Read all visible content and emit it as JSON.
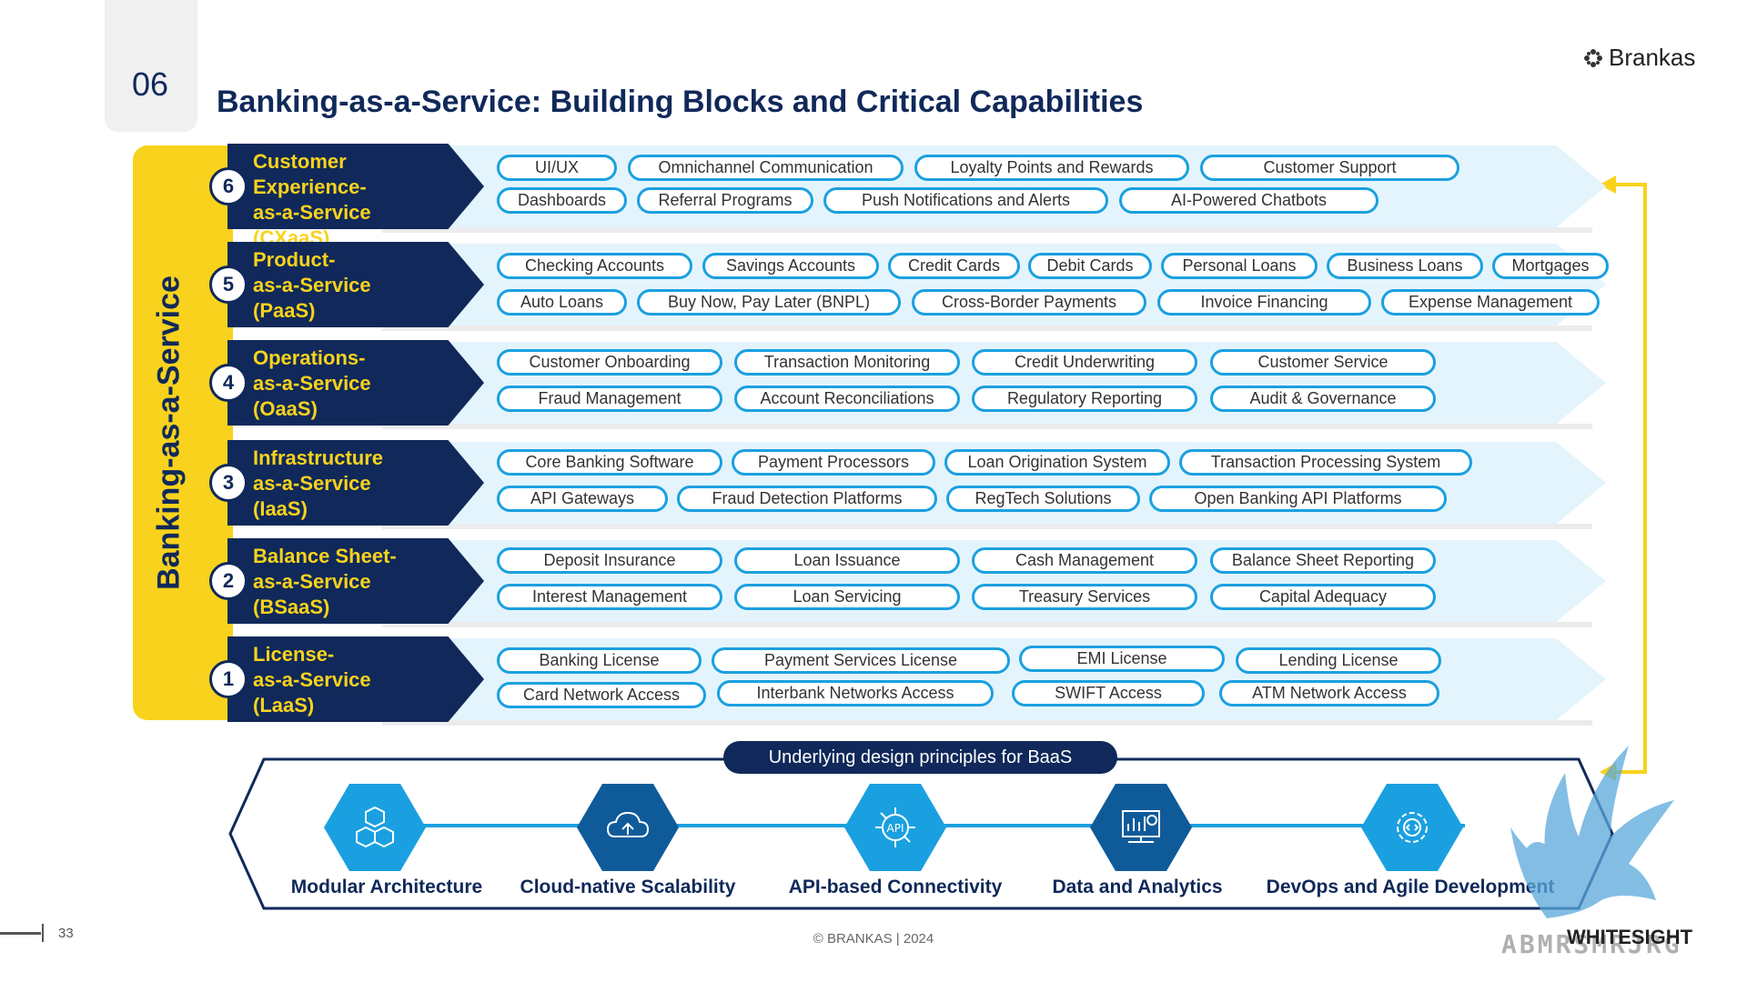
{
  "slide": {
    "section_number": "06",
    "title": "Banking-as-a-Service: Building Blocks and Critical Capabilities",
    "brand": "Brankas",
    "page_number": "33",
    "footer": "© BRANKAS | 2024"
  },
  "side_label": "Banking-as-a-Service",
  "colors": {
    "navy": "#10295a",
    "yellow": "#f8d21c",
    "blue": "#1aa0e0",
    "band": "#e4f4fc"
  },
  "layers": [
    {
      "number": "6",
      "title_lines": [
        "Customer",
        "Experience-",
        "as-a-Service (CXaaS)"
      ],
      "row1": [
        "UI/UX",
        "Omnichannel Communication",
        "Loyalty Points and Rewards",
        "Customer Support"
      ],
      "row2": [
        "Dashboards",
        "Referral Programs",
        "Push Notifications and Alerts",
        "AI-Powered Chatbots"
      ]
    },
    {
      "number": "5",
      "title_lines": [
        "Product-",
        "as-a-Service",
        "(PaaS)"
      ],
      "row1": [
        "Checking Accounts",
        "Savings Accounts",
        "Credit Cards",
        "Debit Cards",
        "Personal Loans",
        "Business Loans",
        "Mortgages"
      ],
      "row2": [
        "Auto Loans",
        "Buy Now, Pay Later (BNPL)",
        "Cross-Border Payments",
        "Invoice Financing",
        "Expense Management"
      ]
    },
    {
      "number": "4",
      "title_lines": [
        "Operations-",
        "as-a-Service",
        "(OaaS)"
      ],
      "row1": [
        "Customer Onboarding",
        "Transaction Monitoring",
        "Credit Underwriting",
        "Customer Service"
      ],
      "row2": [
        "Fraud Management",
        "Account Reconciliations",
        "Regulatory Reporting",
        "Audit & Governance"
      ]
    },
    {
      "number": "3",
      "title_lines": [
        "Infrastructure",
        "as-a-Service",
        "(IaaS)"
      ],
      "row1": [
        "Core Banking Software",
        "Payment Processors",
        "Loan Origination System",
        "Transaction Processing System"
      ],
      "row2": [
        "API Gateways",
        "Fraud Detection Platforms",
        "RegTech Solutions",
        "Open Banking API Platforms"
      ]
    },
    {
      "number": "2",
      "title_lines": [
        "Balance Sheet-",
        "as-a-Service",
        "(BSaaS)"
      ],
      "row1": [
        "Deposit Insurance",
        "Loan Issuance",
        "Cash Management",
        "Balance Sheet Reporting"
      ],
      "row2": [
        "Interest Management",
        "Loan Servicing",
        "Treasury Services",
        "Capital Adequacy"
      ]
    },
    {
      "number": "1",
      "title_lines": [
        "License-",
        "as-a-Service",
        "(LaaS)"
      ],
      "row1": [
        "Banking License",
        "Payment Services License",
        "EMI License",
        "Lending License"
      ],
      "row2": [
        "Card Network Access",
        "Interbank Networks Access",
        "SWIFT Access",
        "ATM Network Access"
      ]
    }
  ],
  "principles": {
    "header": "Underlying  design principles for BaaS",
    "items": [
      {
        "label": "Modular Architecture",
        "icon": "cubes-icon"
      },
      {
        "label": "Cloud-native Scalability",
        "icon": "cloud-icon"
      },
      {
        "label": "API-based Connectivity",
        "icon": "api-icon"
      },
      {
        "label": "Data and Analytics",
        "icon": "analytics-icon"
      },
      {
        "label": "DevOps and Agile Development",
        "icon": "devops-gear-icon"
      }
    ]
  },
  "watermark": {
    "text": "ABMRSMRJRG",
    "brand": "WHITESIGHT"
  }
}
